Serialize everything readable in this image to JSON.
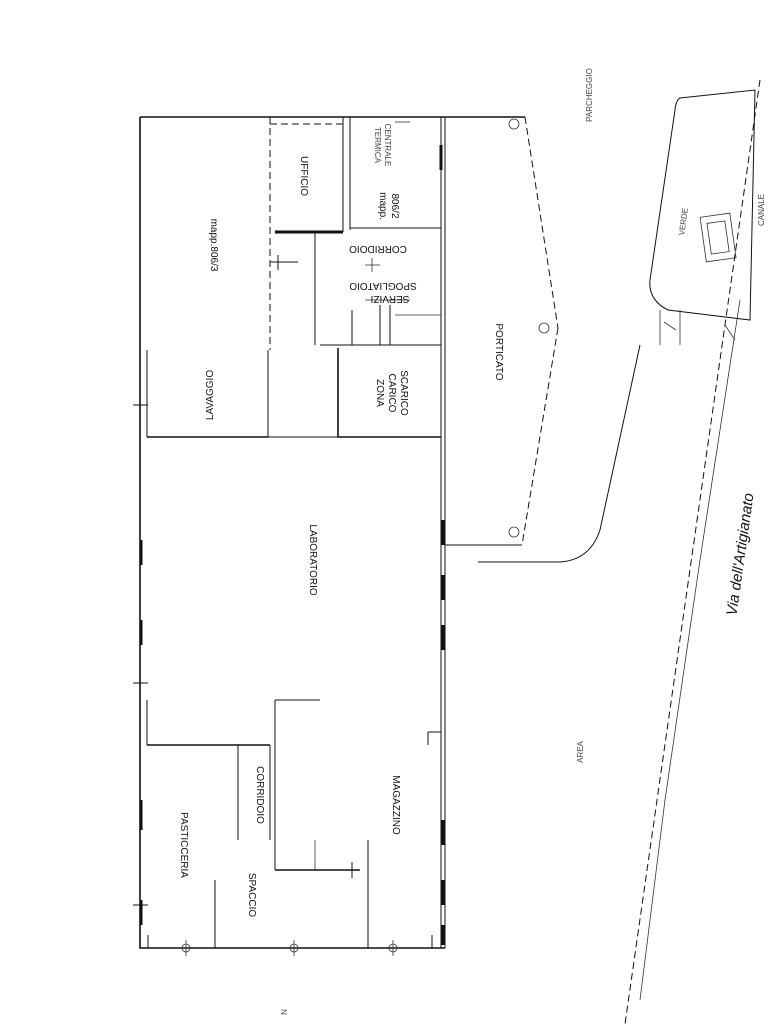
{
  "rooms": {
    "lavaggio": "LAVAGGIO",
    "mapp_806_3": "mapp.806/3",
    "ufficio": "UFFICIO",
    "centrale_termica_1": "CENTRALE",
    "centrale_termica_2": "TERMICA",
    "mapp_806_2_a": "mapp.",
    "mapp_806_2_b": "806/2",
    "corridoio_upper": "CORRIDOIO",
    "spogliatoio": "SPOGLIATOIO",
    "servizi": "SERVIZI",
    "zona_carico_1": "ZONA",
    "zona_carico_2": "CARICO",
    "zona_carico_3": "SCARICO",
    "porticato": "PORTICATO",
    "laboratorio": "LABORATORIO",
    "pasticceria": "PASTICCERIA",
    "corridoio_lower": "CORRIDOIO",
    "spaccio": "SPACCIO",
    "magazzino": "MAGAZZINO"
  },
  "site": {
    "street": "Via dell'Artigianato",
    "verde": "VERDE",
    "label_top_right": "PARCHEGGIO",
    "label_right_edge": "CANALE",
    "label_area": "AREA",
    "label_bottom": "N"
  }
}
